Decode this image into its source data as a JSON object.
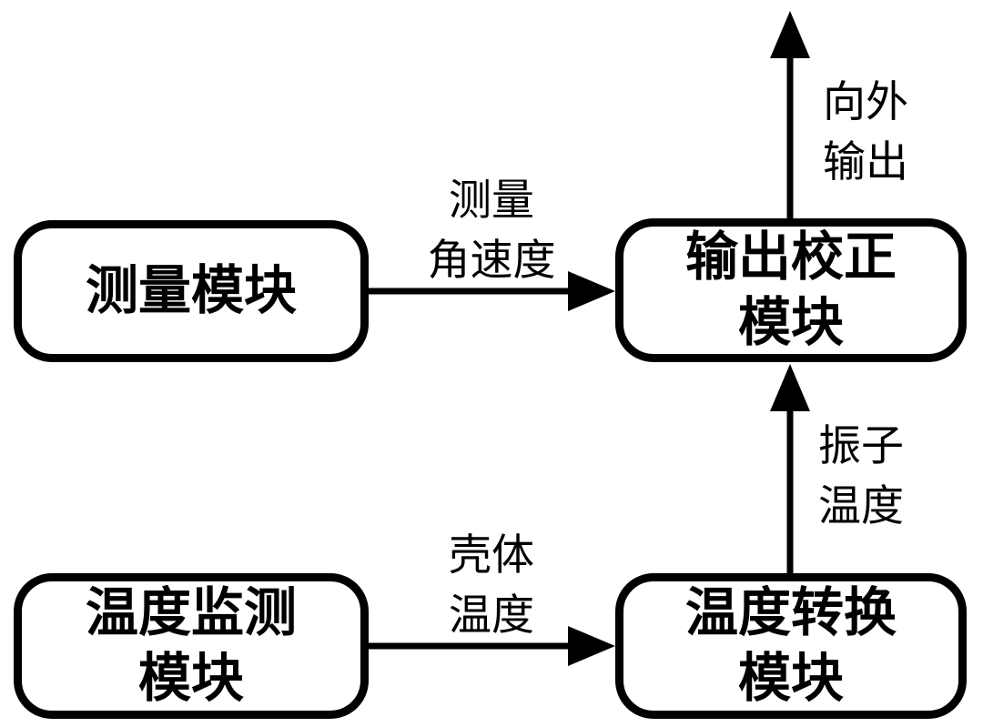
{
  "diagram": {
    "title": "gyroscope-temperature-compensation-block-diagram",
    "background_color": "#ffffff",
    "line_color": "#000000",
    "node_border_color": "#000000",
    "nodes": {
      "measurement": {
        "label": "测量模块"
      },
      "output_correction": {
        "line1": "输出校正",
        "line2": "模块"
      },
      "temperature_monitoring": {
        "line1": "温度监测",
        "line2": "模块"
      },
      "temperature_conversion": {
        "line1": "温度转换",
        "line2": "模块"
      }
    },
    "edges": {
      "measured_angular_rate": {
        "line1": "测量",
        "line2": "角速度",
        "from": "measurement",
        "to": "output_correction"
      },
      "shell_temperature": {
        "line1": "壳体",
        "line2": "温度",
        "from": "temperature_monitoring",
        "to": "temperature_conversion"
      },
      "resonator_temperature": {
        "line1": "振子",
        "line2": "温度",
        "from": "temperature_conversion",
        "to": "output_correction"
      },
      "external_output": {
        "line1": "向外",
        "line2": "输出",
        "from": "output_correction",
        "to": "external"
      }
    }
  }
}
